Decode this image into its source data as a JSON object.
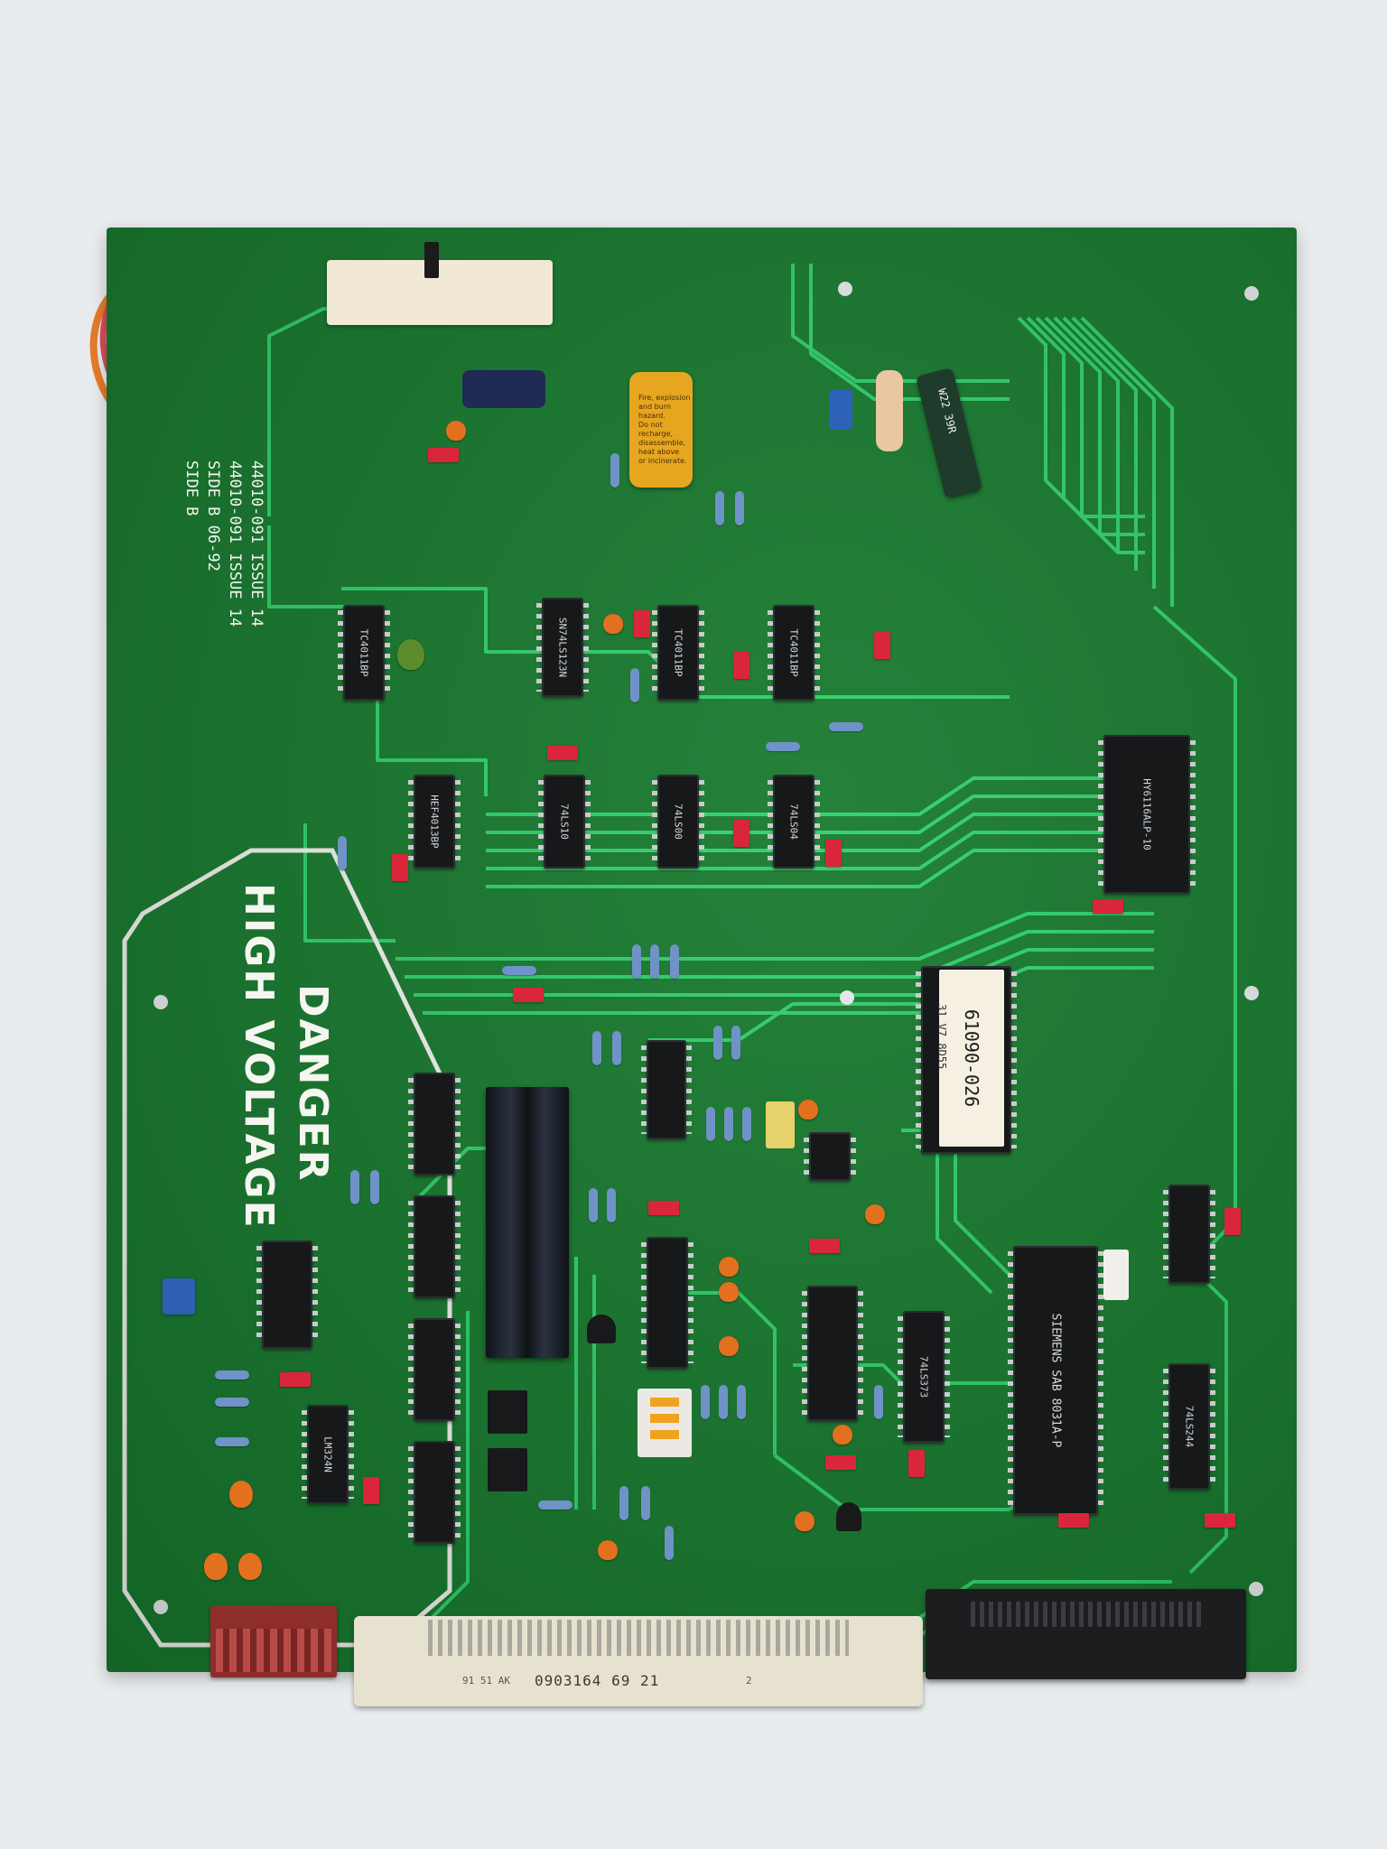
{
  "board": {
    "part_number_1": "44010-091  ISSUE 14",
    "part_number_2": "44010-091  ISSUE 14",
    "side_1": "SIDE B  06-92",
    "side_2": "SIDE B"
  },
  "warning": {
    "line1": "DANGER",
    "line2": "HIGH VOLTAGE"
  },
  "eprom": {
    "code": "61090-026",
    "sub": "31 V7 8D55"
  },
  "chips": {
    "u41": "HY6116ALP-10",
    "siemens": "SIEMENS SAB 8031A-P",
    "u10": "TC4011BP",
    "u16": "SN74LS123N",
    "u12": "TC4011BP",
    "u19": "HEF4013BP",
    "u23": "74LS10",
    "u13": "74LS00",
    "u15": "74LS04",
    "u2": "74LS373",
    "u3": "74LS244",
    "u24": "LM324N"
  },
  "power_resistor": "W22 39R",
  "connector": {
    "code": "0903164 69 21",
    "prefix": "91 51 AK",
    "index": "2"
  },
  "colors": {
    "board": "#177a2e",
    "trace": "#2fd16a",
    "silkscreen": "#f3f5ee",
    "background": "#e9ecee"
  }
}
